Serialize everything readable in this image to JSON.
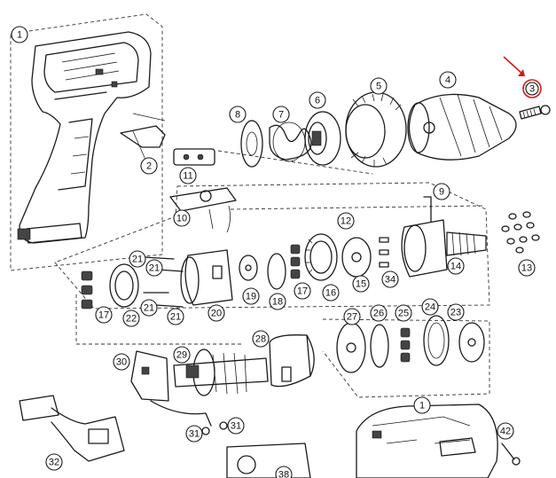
{
  "diagram": {
    "callouts": [
      {
        "id": "c1a",
        "text": "1"
      },
      {
        "id": "c2",
        "text": "2"
      },
      {
        "id": "c3",
        "text": "3"
      },
      {
        "id": "c4",
        "text": "4"
      },
      {
        "id": "c5",
        "text": "5"
      },
      {
        "id": "c6",
        "text": "6"
      },
      {
        "id": "c7",
        "text": "7"
      },
      {
        "id": "c8",
        "text": "8"
      },
      {
        "id": "c9",
        "text": "9"
      },
      {
        "id": "c10",
        "text": "10"
      },
      {
        "id": "c11",
        "text": "11"
      },
      {
        "id": "c12",
        "text": "12"
      },
      {
        "id": "c13",
        "text": "13"
      },
      {
        "id": "c14",
        "text": "14"
      },
      {
        "id": "c15",
        "text": "15"
      },
      {
        "id": "c16",
        "text": "16"
      },
      {
        "id": "c17a",
        "text": "17"
      },
      {
        "id": "c17b",
        "text": "17"
      },
      {
        "id": "c18",
        "text": "18"
      },
      {
        "id": "c19",
        "text": "19"
      },
      {
        "id": "c20",
        "text": "20"
      },
      {
        "id": "c21a",
        "text": "21"
      },
      {
        "id": "c21b",
        "text": "21"
      },
      {
        "id": "c21c",
        "text": "21"
      },
      {
        "id": "c21d",
        "text": "21"
      },
      {
        "id": "c22",
        "text": "22"
      },
      {
        "id": "c23",
        "text": "23"
      },
      {
        "id": "c24",
        "text": "24"
      },
      {
        "id": "c25",
        "text": "25"
      },
      {
        "id": "c26",
        "text": "26"
      },
      {
        "id": "c27",
        "text": "27"
      },
      {
        "id": "c28",
        "text": "28"
      },
      {
        "id": "c29",
        "text": "29"
      },
      {
        "id": "c30",
        "text": "30"
      },
      {
        "id": "c31a",
        "text": "31"
      },
      {
        "id": "c31b",
        "text": "31"
      },
      {
        "id": "c32",
        "text": "32"
      },
      {
        "id": "c34",
        "text": "34"
      },
      {
        "id": "c38",
        "text": "38"
      },
      {
        "id": "c1b",
        "text": "1"
      },
      {
        "id": "c42",
        "text": "42"
      }
    ],
    "highlight": {
      "part": "3",
      "color": "#d81818"
    }
  }
}
